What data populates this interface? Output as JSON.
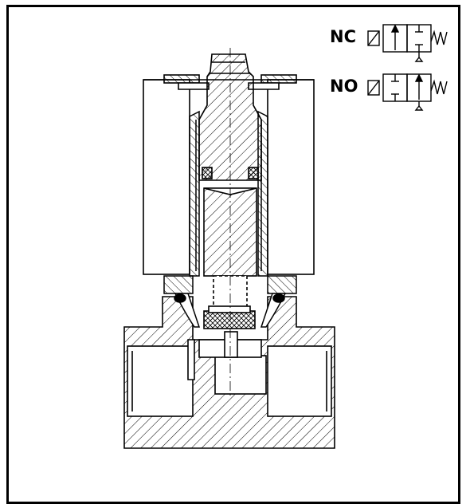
{
  "symbols": {
    "nc": {
      "label": "NC",
      "description_icon": "solenoid-valve-normally-closed-symbol"
    },
    "no": {
      "label": "NO",
      "description_icon": "solenoid-valve-normally-open-symbol"
    }
  },
  "colors": {
    "line": "#000000",
    "background": "#ffffff"
  }
}
